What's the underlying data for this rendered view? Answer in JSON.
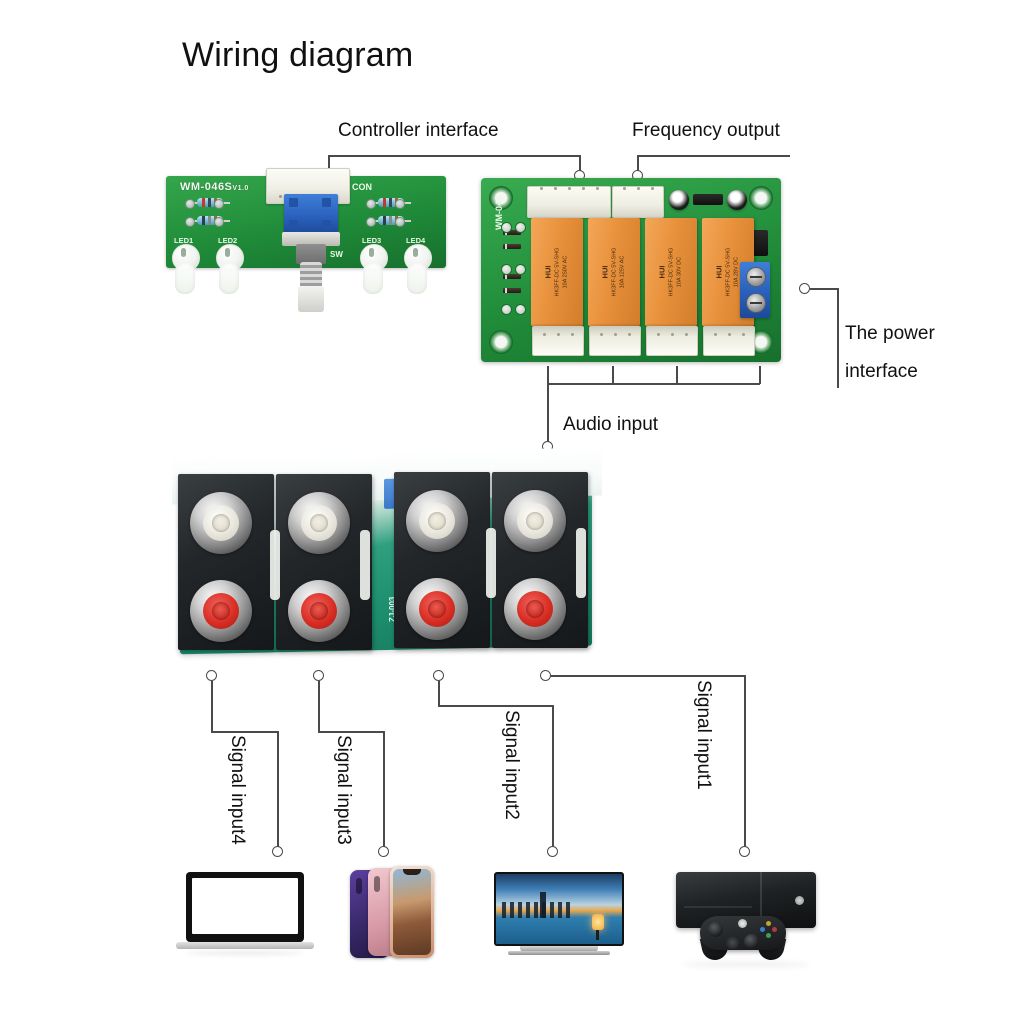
{
  "page": {
    "title": "Wiring diagram",
    "background": "#ffffff",
    "line_color": "#4a4a4a",
    "text_color": "#111111"
  },
  "callouts": {
    "controller_interface": "Controller interface",
    "frequency_output": "Frequency output",
    "power_interface_line1": "The power",
    "power_interface_line2": "interface",
    "audio_input": "Audio input",
    "signal_input_1": "Signal input1",
    "signal_input_2": "Signal input2",
    "signal_input_3": "Signal input3",
    "signal_input_4": "Signal input4"
  },
  "boards": {
    "controller": {
      "silkscreen": "WM-046S",
      "version": "V1.0",
      "con_label": "CON",
      "sw_label": "SW",
      "leds": [
        "LED1",
        "LED2",
        "LED3",
        "LED4"
      ],
      "pcb_color": "#208c3a"
    },
    "relay": {
      "silkscreen": "WM-046",
      "relay_brand": "HUI",
      "relay_model": "HK3FF-DC 5V-SHG",
      "relay_rating_1": "10A 250V AC",
      "relay_rating_2": "10A 125V AC",
      "relay_rating_3": "10A 30V DC",
      "relay_rating_4": "10A 28V DC",
      "relay_count": 4,
      "terminal_color": "#2b62be",
      "relay_color": "#e8913c",
      "pcb_color": "#208c3a"
    },
    "rca": {
      "jack_pairs": 4,
      "top_jack_color": "#e8e6dc",
      "bottom_jack_color": "#d92e24",
      "silk_1": "ZJ-003",
      "silk_2": "ZJ-003"
    }
  },
  "devices": [
    {
      "name": "laptop",
      "label": "laptop-icon"
    },
    {
      "name": "phones",
      "label": "smartphones-icon"
    },
    {
      "name": "tv",
      "label": "television-icon"
    },
    {
      "name": "console",
      "label": "game-console-icon"
    }
  ]
}
